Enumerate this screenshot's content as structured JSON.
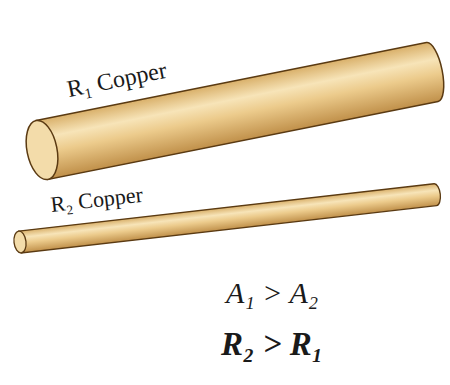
{
  "diagram": {
    "labels": [
      "R₁ Copper",
      "R₂ Copper",
      "A₁ > A₂",
      "R₂ > R₁"
    ]
  }
}
